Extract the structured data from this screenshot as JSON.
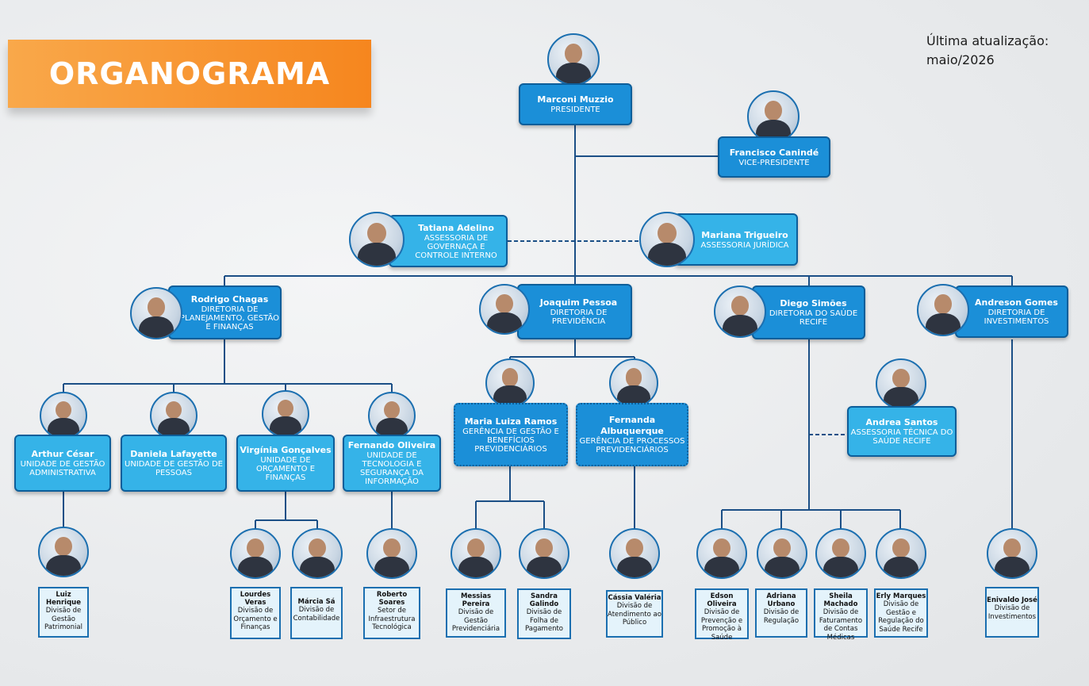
{
  "header": {
    "title": "ORGANOGRAMA",
    "update_line1": "Última atualização:",
    "update_line2": "maio/2026"
  },
  "colors": {
    "box": "#1b8fd8",
    "box_light": "#35b3e8",
    "border": "#0d5e9a",
    "banner": "#f6861e"
  },
  "nodes": {
    "presidente": {
      "name": "Marconi Muzzio",
      "role": "PRESIDENTE"
    },
    "vice": {
      "name": "Francisco Canindé",
      "role": "VICE-PRESIDENTE"
    },
    "tatiana": {
      "name": "Tatiana Adelino",
      "role": "ASSESSORIA DE GOVERNAÇA E CONTROLE INTERNO"
    },
    "mariana": {
      "name": "Mariana Trigueiro",
      "role": "ASSESSORIA JURÍDICA"
    },
    "rodrigo": {
      "name": "Rodrigo Chagas",
      "role": "DIRETORIA DE PLANEJAMENTO, GESTÃO E FINANÇAS"
    },
    "joaquim": {
      "name": "Joaquim Pessoa",
      "role": "DIRETORIA DE PREVIDÊNCIA"
    },
    "diego": {
      "name": "Diego Simões",
      "role": "DIRETORIA DO SAÚDE RECIFE"
    },
    "andreson": {
      "name": "Andreson Gomes",
      "role": "DIRETORIA DE INVESTIMENTOS"
    },
    "arthur": {
      "name": "Arthur César",
      "role": "UNIDADE DE GESTÃO ADMINISTRATIVA"
    },
    "daniela": {
      "name": "Daniela Lafayette",
      "role": "UNIDADE DE GESTÃO DE PESSOAS"
    },
    "virginia": {
      "name": "Virgínia Gonçalves",
      "role": "UNIDADE DE ORÇAMENTO E FINANÇAS"
    },
    "fernando": {
      "name": "Fernando Oliveira",
      "role": "UNIDADE DE TECNOLOGIA E SEGURANÇA DA INFORMAÇÃO"
    },
    "maria": {
      "name": "Maria Luiza Ramos",
      "role": "GERÊNCIA DE GESTÃO E BENEFÍCIOS PREVIDENCIÁRIOS"
    },
    "fernanda": {
      "name": "Fernanda Albuquerque",
      "role": "GERÊNCIA DE PROCESSOS PREVIDENCIÁRIOS"
    },
    "andrea": {
      "name": "Andrea Santos",
      "role": "ASSESSORIA TÉCNICA DO SAÚDE RECIFE"
    }
  },
  "cards": {
    "luiz": {
      "name": "Luiz Henrique",
      "role": "Divisão de Gestão Patrimonial"
    },
    "lourdes": {
      "name": "Lourdes Veras",
      "role": "Divisão de Orçamento e Finanças"
    },
    "marcia": {
      "name": "Márcia Sá",
      "role": "Divisão de Contabilidade"
    },
    "roberto": {
      "name": "Roberto Soares",
      "role": "Setor de Infraestrutura Tecnológica"
    },
    "messias": {
      "name": "Messias Pereira",
      "role": "Divisão de Gestão Previdenciária"
    },
    "sandra": {
      "name": "Sandra Galindo",
      "role": "Divisão de Folha de Pagamento"
    },
    "cassia": {
      "name": "Cássia Valéria",
      "role": "Divisão de Atendimento ao Público"
    },
    "edson": {
      "name": "Edson Oliveira",
      "role": "Divisão de Prevenção e Promoção à Saúde"
    },
    "adriana": {
      "name": "Adriana Urbano",
      "role": "Divisão de Regulação"
    },
    "sheila": {
      "name": "Sheila Machado",
      "role": "Divisão de Faturamento de Contas Médicas"
    },
    "erly": {
      "name": "Erly Marques",
      "role": "Divisão de Gestão e Regulação do Saúde Recife"
    },
    "enivaldo": {
      "name": "Enivaldo José",
      "role": "Divisão de Investimentos"
    }
  }
}
